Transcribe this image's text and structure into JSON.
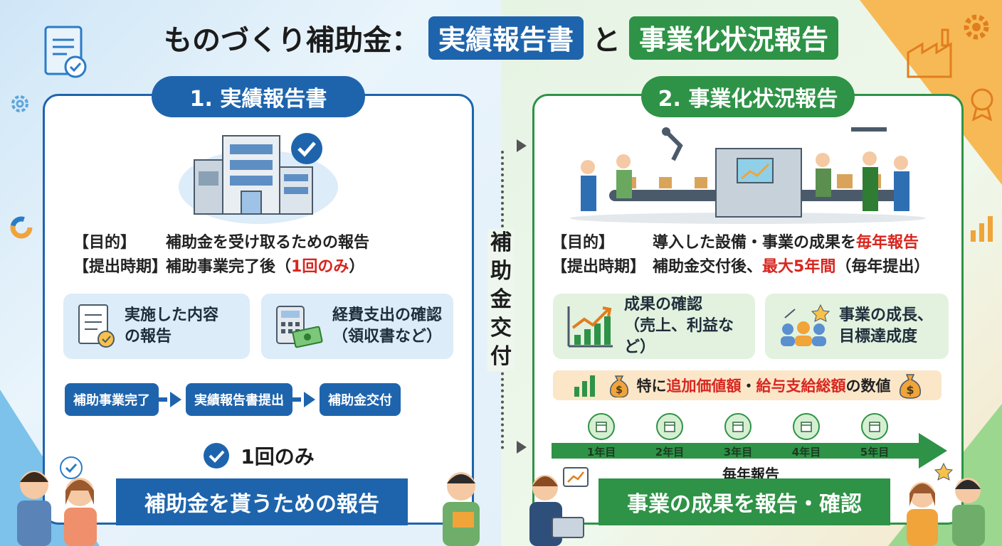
{
  "title": {
    "prefix": "ものづくり補助金：",
    "pill1": "実績報告書",
    "connector": "と",
    "pill2": "事業化状況報告"
  },
  "center_label": [
    "補",
    "助",
    "金",
    "交",
    "付"
  ],
  "left": {
    "heading": "1. 実績報告書",
    "purpose_label": "【目的】",
    "purpose_text": "補助金を受け取るための報告",
    "timing_label": "【提出時期】",
    "timing_text": "補助事業完了後（",
    "timing_red": "1回のみ",
    "timing_end": "）",
    "card1": [
      "実施した内容",
      "の報告"
    ],
    "card2": [
      "経費支出の確認",
      "（領収書など）"
    ],
    "flow": [
      "補助事業完了",
      "実績報告書提出",
      "補助金交付"
    ],
    "once": "1回のみ",
    "banner": "補助金を貰うための報告"
  },
  "right": {
    "heading": "2. 事業化状況報告",
    "purpose_label": "【目的】",
    "purpose_text": "導入した設備・事業の成果を",
    "purpose_red": "毎年報告",
    "timing_label": "【提出時期】",
    "timing_text": "補助金交付後、",
    "timing_red": "最大5年間",
    "timing_end": "（毎年提出）",
    "card1": [
      "成果の確認",
      "（売上、利益など）"
    ],
    "card2": [
      "事業の成長、",
      "目標達成度"
    ],
    "emph_prefix": "特に",
    "emph_red1": "追加価値額",
    "emph_sep": "・",
    "emph_red2": "給与支給総額",
    "emph_suffix": "の数値",
    "years": [
      "1年目",
      "2年目",
      "3年目",
      "4年目",
      "5年目"
    ],
    "timeline_label": "毎年報告",
    "banner": "事業の成果を報告・確認"
  },
  "colors": {
    "blue": "#1e64ad",
    "green": "#2e9346",
    "red": "#d8261f",
    "orange": "#f7b955"
  }
}
